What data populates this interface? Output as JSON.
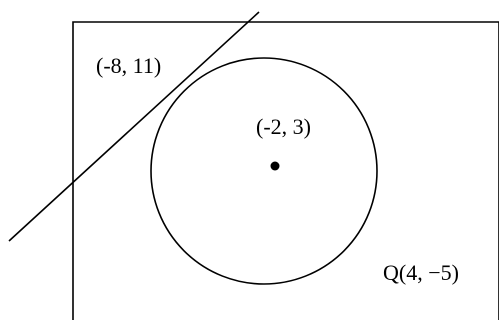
{
  "diagram": {
    "labels": {
      "tangent_point": "(-8, 11)",
      "center": "(-2, 3)",
      "point_q": "Q(4, −5)"
    }
  }
}
